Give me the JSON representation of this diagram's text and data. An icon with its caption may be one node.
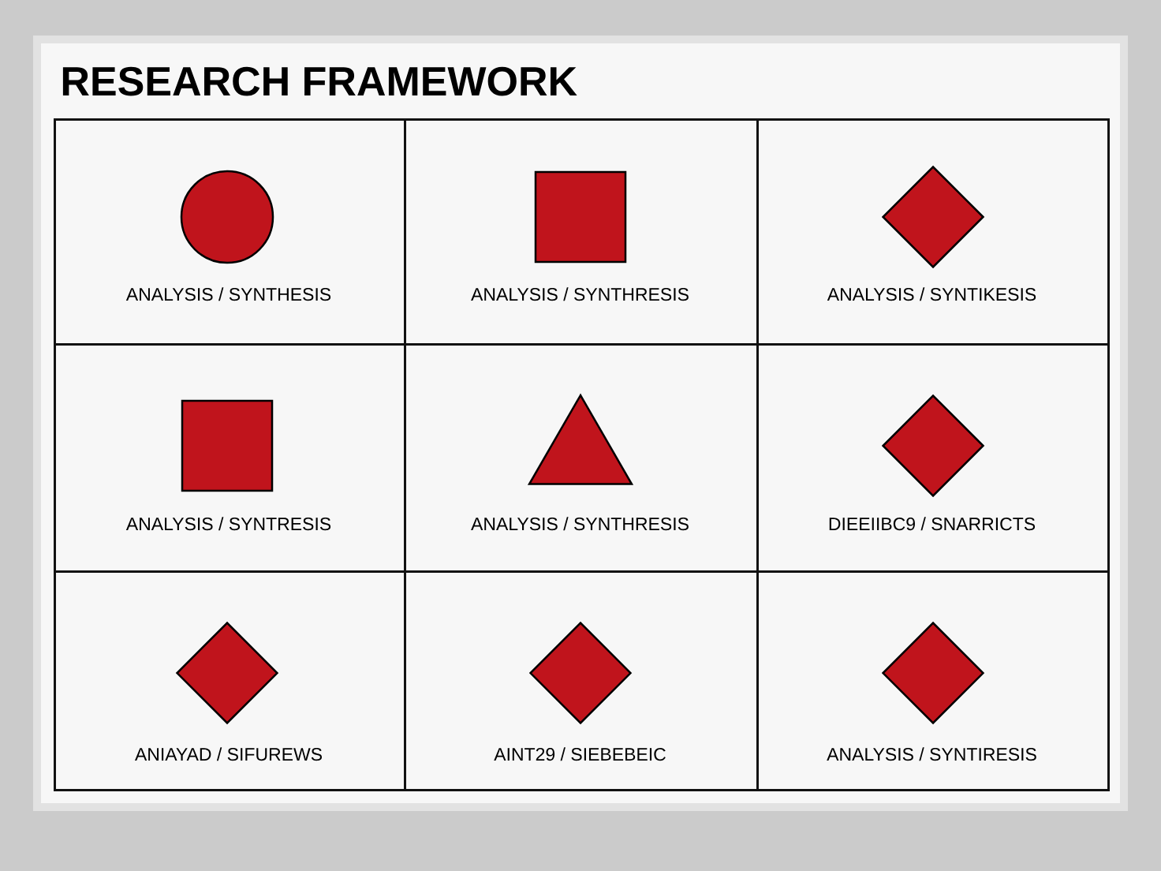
{
  "diagram": {
    "title": "RESEARCH FRAMEWORK",
    "nodes": [
      {
        "text": [
          "ANALYSIS / SYNTHESIS"
        ]
      },
      {
        "text": [],
        "shape": "circle",
        "in": 0
      },
      {
        "text": [
          "ANALYSIS / SYNTHRESIS"
        ]
      },
      {
        "text": [],
        "shape": "box",
        "in": 2
      },
      {
        "text": [
          "ANALYSIS / SYNTIKESIS"
        ]
      },
      {
        "text": [],
        "shape": "diamond",
        "in": 4
      },
      {
        "text": [
          "ANALYSIS / SYNTRESIS"
        ]
      },
      {
        "text": [],
        "shape": "box",
        "in": 6
      },
      {
        "text": [
          "ANALYSIS / SYNTHRESIS"
        ]
      },
      {
        "text": [],
        "shape": "triangle",
        "in": 8
      },
      {
        "text": [
          "DIEEIIBC9 / SNARRICTS"
        ]
      },
      {
        "text": [],
        "shape": "diamond",
        "in": 10
      },
      {
        "text": [
          "ANIAYAD / SIFUREWS"
        ]
      },
      {
        "text": [],
        "shape": "diamond",
        "in": 12
      },
      {
        "text": [
          "AINT29 / SIEBEBEIC"
        ]
      },
      {
        "text": [],
        "shape": "diamond",
        "in": 14
      },
      {
        "text": [
          "ANALYSIS / SYNTIRESIS"
        ]
      },
      {
        "text": [],
        "shape": "diamond",
        "in": 16
      }
    ]
  }
}
